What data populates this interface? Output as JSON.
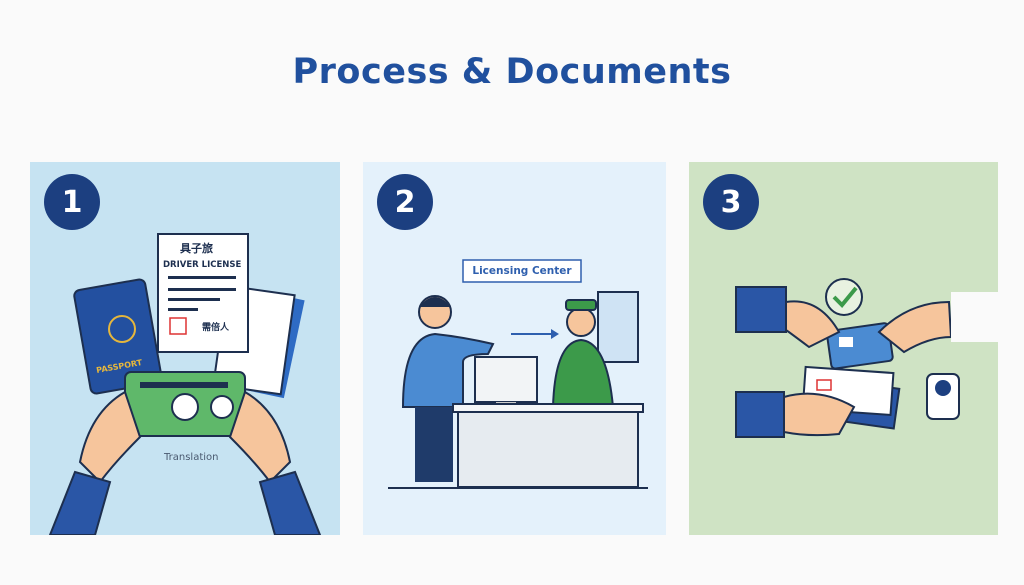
{
  "title": "Process & Documents",
  "steps": [
    {
      "number": "1",
      "document_heading": "具子旅",
      "document_title": "DRIVER LICENSE",
      "document_signer": "需倍人",
      "passport_label": "PASSPORT",
      "caption": "Translation"
    },
    {
      "number": "2",
      "sign": "Licensing Center"
    },
    {
      "number": "3"
    }
  ],
  "colors": {
    "title": "#20509e",
    "badge": "#1c3f80",
    "panel1": "#c6e3f2",
    "panel2": "#e4f1fb",
    "panel3": "#cfe3c4"
  }
}
